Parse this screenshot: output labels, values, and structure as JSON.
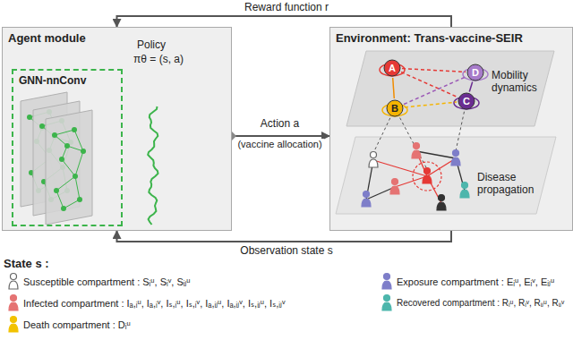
{
  "diagram": {
    "nodes": [
      {
        "text": [
          "Agent module"
        ]
      },
      {
        "text": [
          "GNN-nnConv"
        ],
        "in": 0
      },
      {
        "text": [
          "Environment: Trans-vaccine-SEIR"
        ]
      },
      {
        "text": [
          "A"
        ],
        "in": 2
      },
      {
        "text": [
          "B"
        ],
        "in": 2
      },
      {
        "text": [
          "C"
        ],
        "in": 2
      },
      {
        "text": [
          "D"
        ],
        "in": 2
      }
    ],
    "edges": [
      {
        "from": 2,
        "to": 0,
        "label": "Reward function r",
        "arrow": "to"
      },
      {
        "from": 0,
        "to": 2,
        "label": "Action a",
        "arrow": "to"
      },
      {
        "from": 2,
        "to": 0,
        "label": "Observation state s",
        "arrow": "to"
      },
      {
        "from": 3,
        "to": 6,
        "arrow": "none"
      },
      {
        "from": 3,
        "to": 4,
        "arrow": "none"
      },
      {
        "from": 3,
        "to": 5,
        "arrow": "none"
      },
      {
        "from": 4,
        "to": 5,
        "arrow": "none"
      },
      {
        "from": 4,
        "to": 6,
        "arrow": "none"
      },
      {
        "from": 5,
        "to": 6,
        "arrow": "none"
      }
    ],
    "labels": [
      "Policy",
      "πθ = (s, a)",
      "(vaccine allocation)",
      "Mobility dynamics",
      "Disease propagation",
      "State s :"
    ],
    "legend": [
      {
        "text": "Susceptible compartment : Sᵢᵘ, Sᵢᵛ, Sᵢⱼᵘ"
      },
      {
        "text": "Exposure compartment : Eᵢᵘ, Eᵢᵛ, Eᵢⱼᵘ"
      },
      {
        "text": "Infected compartment : Iₐ,ᵢᵘ, Iₐ,ᵢᵛ, Iₛ,ᵢᵘ, Iₛ,ᵢᵛ, Iₐ,ᵢⱼᵘ, Iₐ,ᵢⱼᵛ, Iₛ,ᵢⱼᵘ, Iₛ,ᵢⱼᵛ"
      },
      {
        "text": "Recovered compartment : Rᵢᵘ, Rᵢᵛ, Rᵢⱼᵘ, Rᵢⱼᵛ"
      },
      {
        "text": "Death compartment : Dᵢᵘ"
      }
    ]
  }
}
